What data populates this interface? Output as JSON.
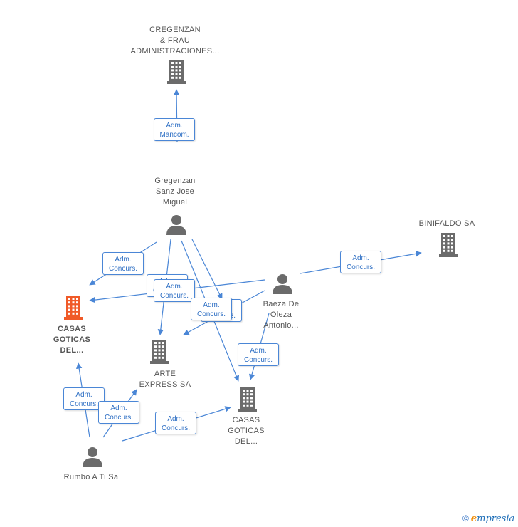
{
  "nodes": [
    {
      "id": "cregenzan",
      "lines": [
        "CREGENZAN",
        "& FRAU",
        "ADMINISTRACIONES..."
      ],
      "icon": "building-icon",
      "color": "#6b6b6b"
    },
    {
      "id": "gregenzan",
      "lines": [
        "Gregenzan",
        "Sanz Jose",
        "Miguel"
      ],
      "icon": "person-icon",
      "color": "#6b6b6b"
    },
    {
      "id": "binifaldo",
      "lines": [
        "BINIFALDO SA"
      ],
      "icon": "building-icon",
      "color": "#6b6b6b"
    },
    {
      "id": "casas1",
      "lines": [
        "CASAS",
        "GOTICAS",
        "DEL..."
      ],
      "icon": "building-icon",
      "color": "#f05a28",
      "highlight": true
    },
    {
      "id": "baeza",
      "lines": [
        "Baeza De",
        "Oleza",
        "Antonio..."
      ],
      "icon": "person-icon",
      "color": "#6b6b6b"
    },
    {
      "id": "arte",
      "lines": [
        "ARTE",
        "EXPRESS SA"
      ],
      "icon": "building-icon",
      "color": "#6b6b6b"
    },
    {
      "id": "casas2",
      "lines": [
        "CASAS",
        "GOTICAS",
        "DEL..."
      ],
      "icon": "building-icon",
      "color": "#6b6b6b"
    },
    {
      "id": "rumbo",
      "lines": [
        "Rumbo A Ti Sa"
      ],
      "icon": "person-icon",
      "color": "#6b6b6b"
    }
  ],
  "edge_labels": [
    {
      "id": "e1",
      "lines": [
        "Adm.",
        "Mancom."
      ]
    },
    {
      "id": "e2",
      "lines": [
        "Adm.",
        "Concurs."
      ]
    },
    {
      "id": "e3",
      "lines": [
        "Adm.",
        "Concurs."
      ]
    },
    {
      "id": "e4",
      "lines": [
        "Adm.",
        "Concurs."
      ]
    },
    {
      "id": "e5",
      "lines": [
        "Adm.",
        "Concurs."
      ]
    },
    {
      "id": "e6",
      "lines": [
        "Adm.",
        "Concurs."
      ]
    },
    {
      "id": "e7",
      "lines": [
        "Adm.",
        "Concurs."
      ]
    },
    {
      "id": "e8",
      "lines": [
        "Adm.",
        "Concurs."
      ]
    },
    {
      "id": "e9",
      "lines": [
        "Adm.",
        "Concurs."
      ]
    },
    {
      "id": "e10",
      "lines": [
        "Adm.",
        "Concurs."
      ]
    },
    {
      "id": "e11",
      "lines": [
        "Adm.",
        "Concurs."
      ]
    }
  ],
  "colors": {
    "edge": "#4a86d6",
    "label_text": "#2e6fc4",
    "node_text": "#555555"
  },
  "footer": {
    "copyright": "©",
    "brand_initial": "e",
    "brand_rest": "mpresia"
  }
}
